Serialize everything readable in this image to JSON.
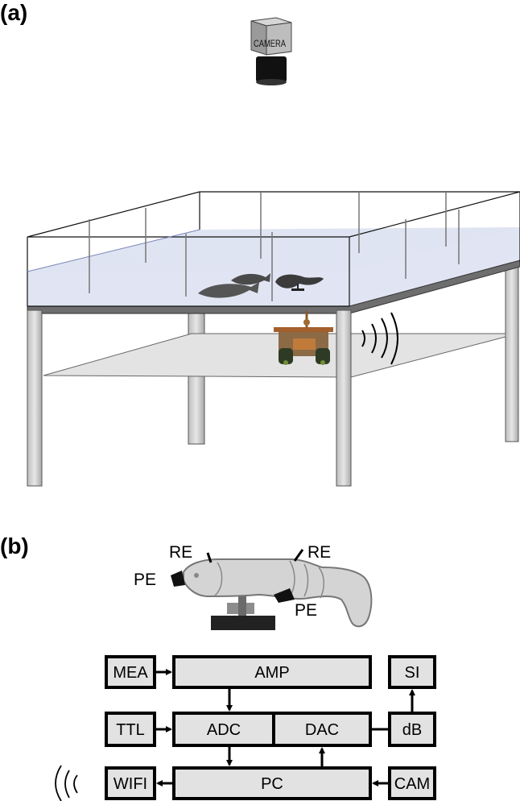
{
  "panels": {
    "a": {
      "label": "(a)",
      "camera_text": "CAMERA"
    },
    "b": {
      "label": "(b)",
      "fish_labels": {
        "re_left": "RE",
        "re_right": "RE",
        "pe_left": "PE",
        "pe_right": "PE"
      },
      "blocks": {
        "mea": "MEA",
        "amp": "AMP",
        "si": "SI",
        "ttl": "TTL",
        "adc": "ADC",
        "dac": "DAC",
        "db": "dB",
        "wifi": "WIFI",
        "pc": "PC",
        "cam": "CAM"
      }
    }
  },
  "colors": {
    "block_fill": "#e2e2e2",
    "water": "#c8d0ea",
    "frame": "#cfcfcf"
  }
}
